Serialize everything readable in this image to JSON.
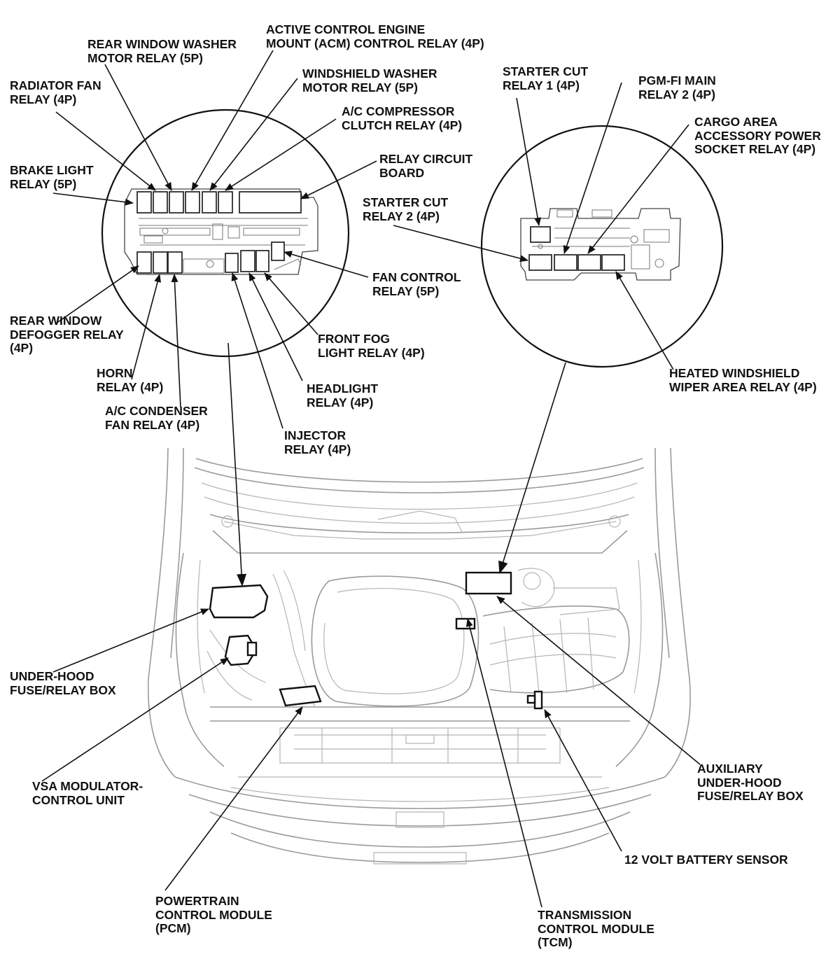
{
  "labels": {
    "rear_window_washer": "REAR WINDOW WASHER\nMOTOR RELAY (5P)",
    "acm_relay": "ACTIVE CONTROL ENGINE\nMOUNT (ACM) CONTROL RELAY (4P)",
    "radiator_fan": "RADIATOR FAN\nRELAY (4P)",
    "windshield_washer": "WINDSHIELD WASHER\nMOTOR RELAY (5P)",
    "ac_compressor": "A/C COMPRESSOR\nCLUTCH RELAY (4P)",
    "brake_light": "BRAKE LIGHT\nRELAY (5P)",
    "relay_circuit_board": "RELAY CIRCUIT\nBOARD",
    "fan_control": "FAN CONTROL\nRELAY (5P)",
    "rear_defogger": "REAR WINDOW\nDEFOGGER RELAY\n(4P)",
    "front_fog": "FRONT FOG\nLIGHT RELAY (4P)",
    "horn": "HORN\nRELAY (4P)",
    "headlight": "HEADLIGHT\nRELAY (4P)",
    "ac_condenser": "A/C CONDENSER\nFAN RELAY (4P)",
    "injector": "INJECTOR\nRELAY (4P)",
    "starter_cut_1": "STARTER CUT\nRELAY 1 (4P)",
    "pgm_fi_main_2": "PGM-FI MAIN\nRELAY 2 (4P)",
    "cargo_area": "CARGO AREA\nACCESSORY POWER\nSOCKET RELAY (4P)",
    "starter_cut_2": "STARTER CUT\nRELAY 2 (4P)",
    "heated_windshield": "HEATED WINDSHIELD\nWIPER AREA RELAY (4P)",
    "under_hood_box": "UNDER-HOOD\nFUSE/RELAY BOX",
    "vsa_modulator": "VSA MODULATOR-\nCONTROL UNIT",
    "auxiliary_box": "AUXILIARY\nUNDER-HOOD\nFUSE/RELAY BOX",
    "battery_sensor": "12 VOLT BATTERY SENSOR",
    "pcm": "POWERTRAIN\nCONTROL MODULE\n(PCM)",
    "tcm": "TRANSMISSION\nCONTROL MODULE\n(TCM)"
  }
}
